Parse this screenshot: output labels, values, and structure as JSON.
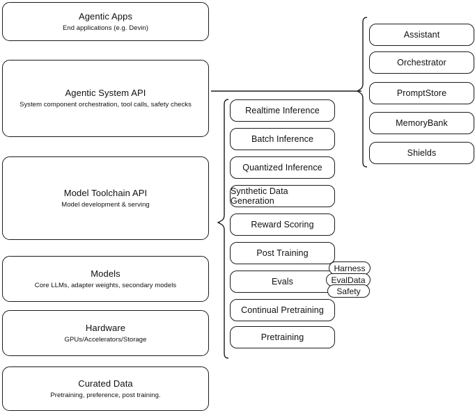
{
  "diagram": {
    "layers": [
      {
        "id": "agentic-apps",
        "title": "Agentic Apps",
        "subtitle": "End applications (e.g. Devin)"
      },
      {
        "id": "agentic-system-api",
        "title": "Agentic System API",
        "subtitle": "System component orchestration, tool calls, safety checks"
      },
      {
        "id": "model-toolchain-api",
        "title": "Model Toolchain API",
        "subtitle": "Model development & serving"
      },
      {
        "id": "models",
        "title": "Models",
        "subtitle": "Core LLMs, adapter weights, secondary models"
      },
      {
        "id": "hardware",
        "title": "Hardware",
        "subtitle": "GPUs/Accelerators/Storage"
      },
      {
        "id": "curated-data",
        "title": "Curated Data",
        "subtitle": "Pretraining, preference, post training."
      }
    ],
    "toolchain_components": [
      {
        "id": "realtime-inference",
        "label": "Realtime Inference"
      },
      {
        "id": "batch-inference",
        "label": "Batch Inference"
      },
      {
        "id": "quantized-inference",
        "label": "Quantized Inference"
      },
      {
        "id": "synthetic-data-generation",
        "label": "Synthetic Data Generation"
      },
      {
        "id": "reward-scoring",
        "label": "Reward Scoring"
      },
      {
        "id": "post-training",
        "label": "Post Training"
      },
      {
        "id": "evals",
        "label": "Evals"
      },
      {
        "id": "continual-pretraining",
        "label": "Continual Pretraining"
      },
      {
        "id": "pretraining",
        "label": "Pretraining"
      }
    ],
    "system_components": [
      {
        "id": "assistant",
        "label": "Assistant"
      },
      {
        "id": "orchestrator",
        "label": "Orchestrator"
      },
      {
        "id": "promptstore",
        "label": "PromptStore"
      },
      {
        "id": "memorybank",
        "label": "MemoryBank"
      },
      {
        "id": "shields",
        "label": "Shields"
      }
    ],
    "eval_subcomponents": [
      {
        "id": "harness",
        "label": "Harness"
      },
      {
        "id": "evaldata",
        "label": "EvalData"
      },
      {
        "id": "safety",
        "label": "Safety"
      }
    ],
    "colors": {
      "stroke": "#1a1a1a",
      "text": "#0f0f0f",
      "background": "#ffffff"
    }
  }
}
